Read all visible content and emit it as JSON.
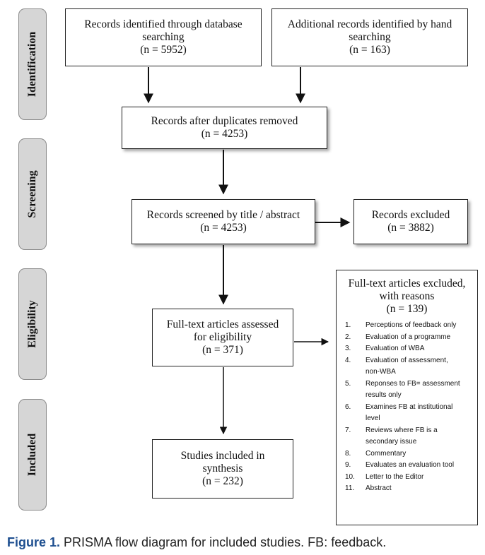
{
  "phases": {
    "identification": "Identification",
    "screening": "Screening",
    "eligibility": "Eligibility",
    "included": "Included"
  },
  "boxes": {
    "db_search": {
      "line1": "Records identified through database",
      "line2": "searching",
      "count": "(n = 5952)"
    },
    "hand_search": {
      "line1": "Additional records identified by hand",
      "line2": "searching",
      "count": "(n = 163)"
    },
    "duplicates_removed": {
      "line1": "Records after duplicates removed",
      "count": "(n = 4253)"
    },
    "screened": {
      "line1": "Records screened by title / abstract",
      "count": "(n = 4253)"
    },
    "records_excluded": {
      "line1": "Records excluded",
      "count": "(n = 3882)"
    },
    "fulltext_assessed": {
      "line1": "Full-text articles assessed",
      "line2": "for eligibility",
      "count": "(n = 371)"
    },
    "studies_included": {
      "line1": "Studies included in",
      "line2": "synthesis",
      "count": "(n = 232)"
    },
    "fulltext_excluded": {
      "line1": "Full-text articles excluded,",
      "line2": "with reasons",
      "count": "(n = 139)",
      "reasons": [
        {
          "num": "1.",
          "text": "Perceptions of feedback only"
        },
        {
          "num": "2.",
          "text": "Evaluation of a programme"
        },
        {
          "num": "3.",
          "text": "Evaluation of WBA"
        },
        {
          "num": "4.",
          "text": "Evaluation of assessment, non-WBA"
        },
        {
          "num": "5.",
          "text": "Reponses to FB= assessment results only"
        },
        {
          "num": "6.",
          "text": "Examines FB at institutional level"
        },
        {
          "num": "7.",
          "text": "Reviews where FB is a secondary issue"
        },
        {
          "num": "8.",
          "text": "Commentary"
        },
        {
          "num": "9.",
          "text": "Evaluates an evaluation tool"
        },
        {
          "num": "10.",
          "text": "Letter to the Editor"
        },
        {
          "num": "11.",
          "text": "Abstract"
        }
      ]
    }
  },
  "caption": {
    "label": "Figure 1.",
    "text": "PRISMA flow diagram for included studies. FB: feedback."
  }
}
